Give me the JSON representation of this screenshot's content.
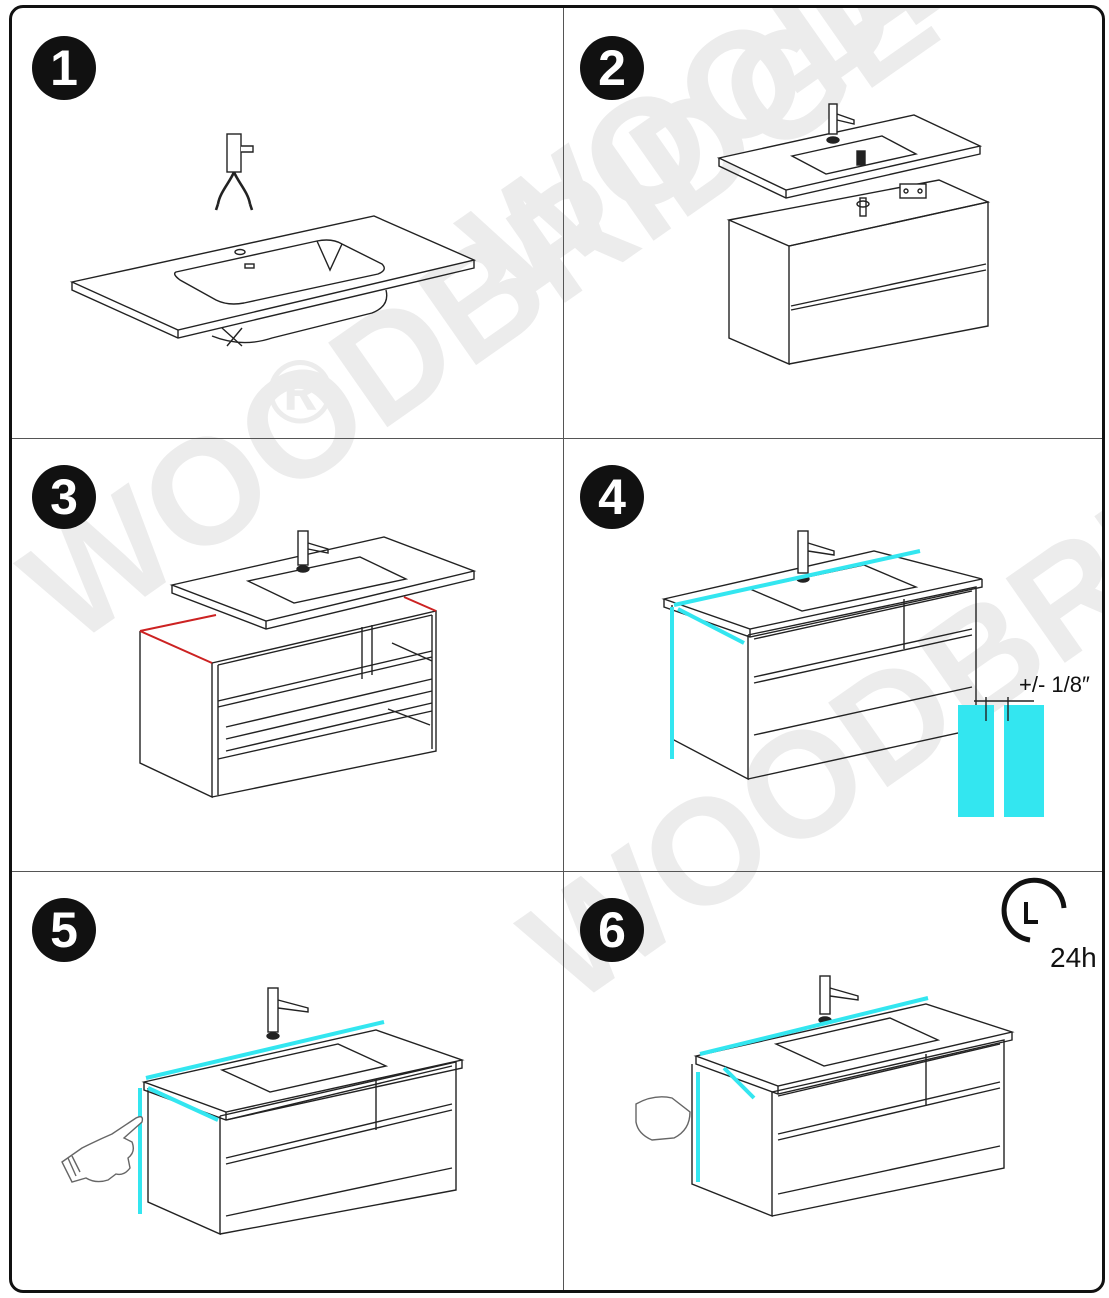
{
  "steps": [
    {
      "number": "1"
    },
    {
      "number": "2"
    },
    {
      "number": "3"
    },
    {
      "number": "4",
      "tolerance_label": "+/- 1/8″"
    },
    {
      "number": "5"
    },
    {
      "number": "6",
      "cure_time": "24h"
    }
  ],
  "watermark": {
    "brand": "WOODBRIDGE",
    "registered": "®"
  },
  "colors": {
    "tape": "#33e6f0",
    "seal_red": "#cc2222",
    "line": "#222222"
  }
}
